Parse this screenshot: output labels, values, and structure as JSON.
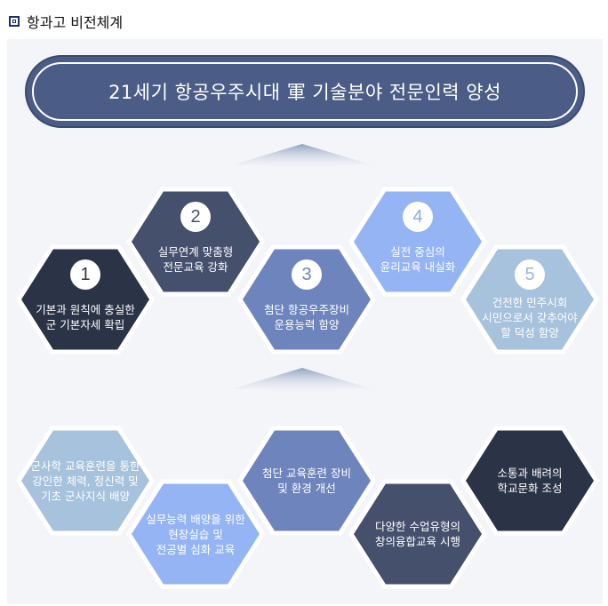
{
  "header": {
    "title": "항과고 비전체계"
  },
  "banner": {
    "text": "21세기 항공우주시대 軍 기술분야 전문인력 양성"
  },
  "goals": [
    {
      "number": "1",
      "text": "기본과 원칙에 충실한\n군 기본자세 확립",
      "fill": "#2b3347",
      "text_color": "#ffffff",
      "num_color": "#2b3347"
    },
    {
      "number": "2",
      "text": "실무연계 맞춤형\n전문교육 강화",
      "fill": "#44506c",
      "text_color": "#ffffff",
      "num_color": "#44506c"
    },
    {
      "number": "3",
      "text": "첨단 항공우주장비\n운용능력 함양",
      "fill": "#6e84bd",
      "text_color": "#ffffff",
      "num_color": "#6e84bd"
    },
    {
      "number": "4",
      "text": "실전 중심의\n윤리교육 내실화",
      "fill": "#94b4f3",
      "text_color": "#ffffff",
      "num_color": "#8aa9ea"
    },
    {
      "number": "5",
      "text": "건전한 민주시회\n시민으로서 갖추어야\n할 덕성 함양",
      "fill": "#a6c2dc",
      "text_color": "#ffffff",
      "num_color": "#9bb8d4"
    }
  ],
  "strategies": [
    {
      "text": "군사학 교육훈련을 통한\n강인한 체력, 정신력 및\n기초 군사지식 배양",
      "fill": "#a6c2dc",
      "text_color": "#ffffff"
    },
    {
      "text": "실무능력 배양을 위한\n현장실습 및\n전공별 심화 교육",
      "fill": "#94b4f3",
      "text_color": "#ffffff"
    },
    {
      "text": "첨단 교육훈련 장비\n및 환경 개선",
      "fill": "#6e84bd",
      "text_color": "#ffffff"
    },
    {
      "text": "다양한 수업유형의\n창의융합교육 시행",
      "fill": "#44506c",
      "text_color": "#ffffff"
    },
    {
      "text": "소통과 배려의\n학교문화 조성",
      "fill": "#2b3347",
      "text_color": "#ffffff"
    }
  ]
}
